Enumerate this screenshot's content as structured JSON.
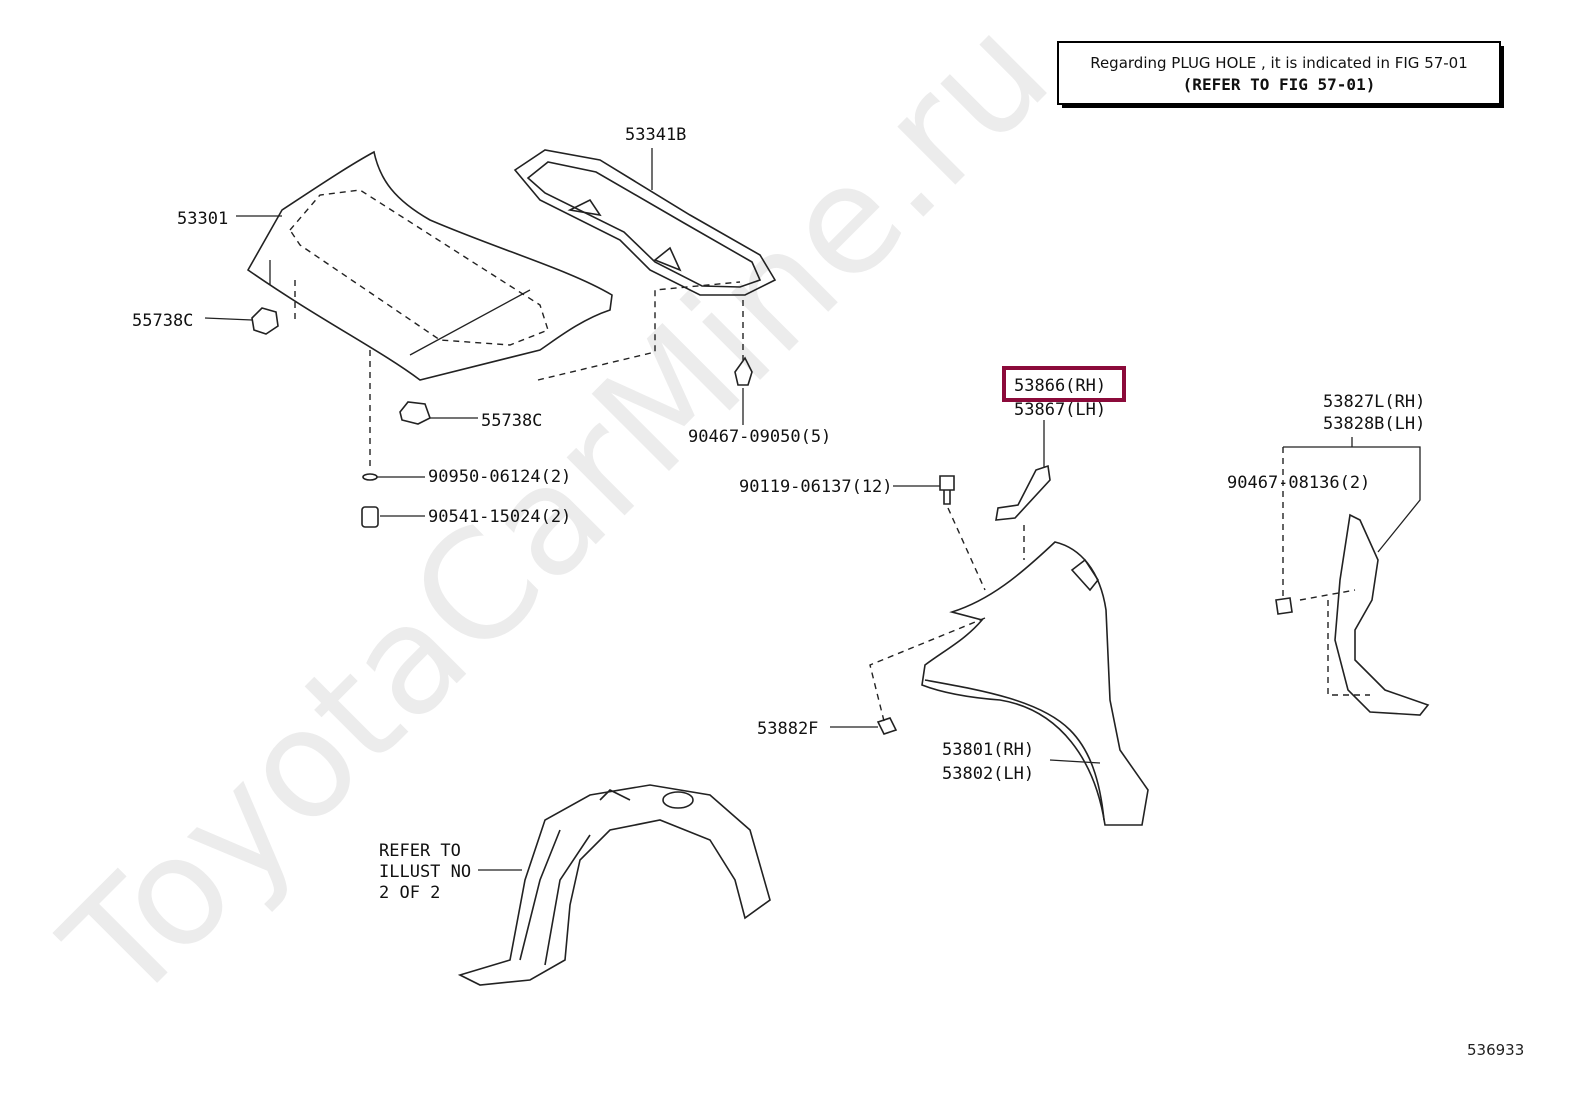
{
  "watermark": "ToyotaCarMine.ru",
  "note": {
    "line1": "Regarding PLUG HOLE , it is indicated in FIG 57-01",
    "line2": "(REFER TO FIG 57-01)"
  },
  "highlight_color": "#8b0a3a",
  "parts": {
    "hood_insulator": "53341B",
    "hood": "53301",
    "cushion_left": "55738C",
    "cushion_right": "55738C",
    "clip_insulator": "90467-09050(5)",
    "washer": "90950-06124(2)",
    "cushion_stop": "90541-15024(2)",
    "bolt_fender": "90119-06137(12)",
    "bracket_rh": "53866(RH)",
    "bracket_lh": "53867(LH)",
    "seal_rh": "53827L(RH)",
    "seal_lh": "53828B(LH)",
    "clip_seal": "90467-08136(2)",
    "pad": "53882F",
    "fender_rh": "53801(RH)",
    "fender_lh": "53802(LH)"
  },
  "refer": {
    "line1": "REFER TO",
    "line2": "ILLUST NO",
    "line3": "2 OF 2"
  },
  "figure_number": "536933"
}
